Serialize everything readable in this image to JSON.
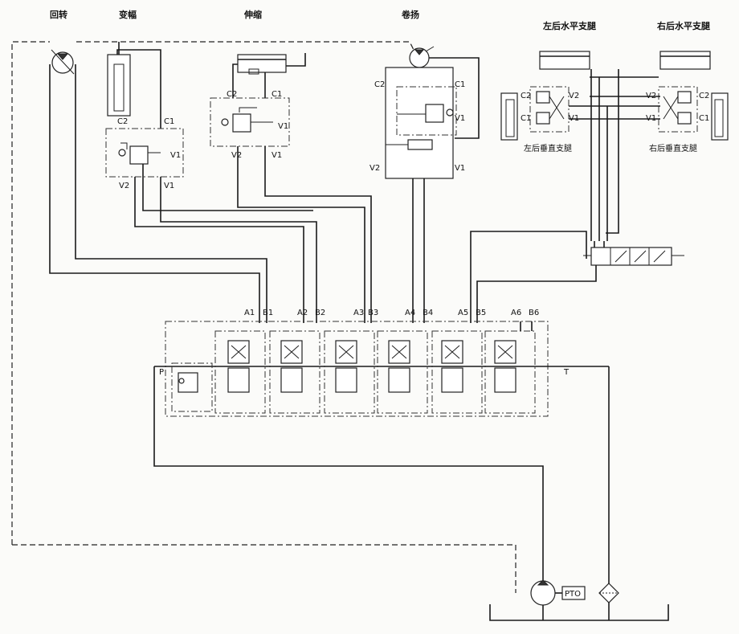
{
  "titles": {
    "slew": "回转",
    "support": "变幅",
    "telescope": "伸缩",
    "winch": "卷扬",
    "left_rear_horizontal": "左后水平支腿",
    "right_rear_horizontal": "右后水平支腿",
    "left_rear_vertical": "左后垂直支腿",
    "right_rear_vertical": "右后垂直支腿"
  },
  "port_labels": {
    "C1": "C1",
    "C2": "C2",
    "V1": "V1",
    "V2": "V2",
    "A1": "A1",
    "B1": "B1",
    "A2": "A2",
    "B2": "B2",
    "A3": "A3",
    "B3": "B3",
    "A4": "A4",
    "B4": "B4",
    "A5": "A5",
    "B5": "B5",
    "A6": "A6",
    "B6": "B6",
    "P": "P",
    "T": "T"
  },
  "pump_label": "PTO"
}
